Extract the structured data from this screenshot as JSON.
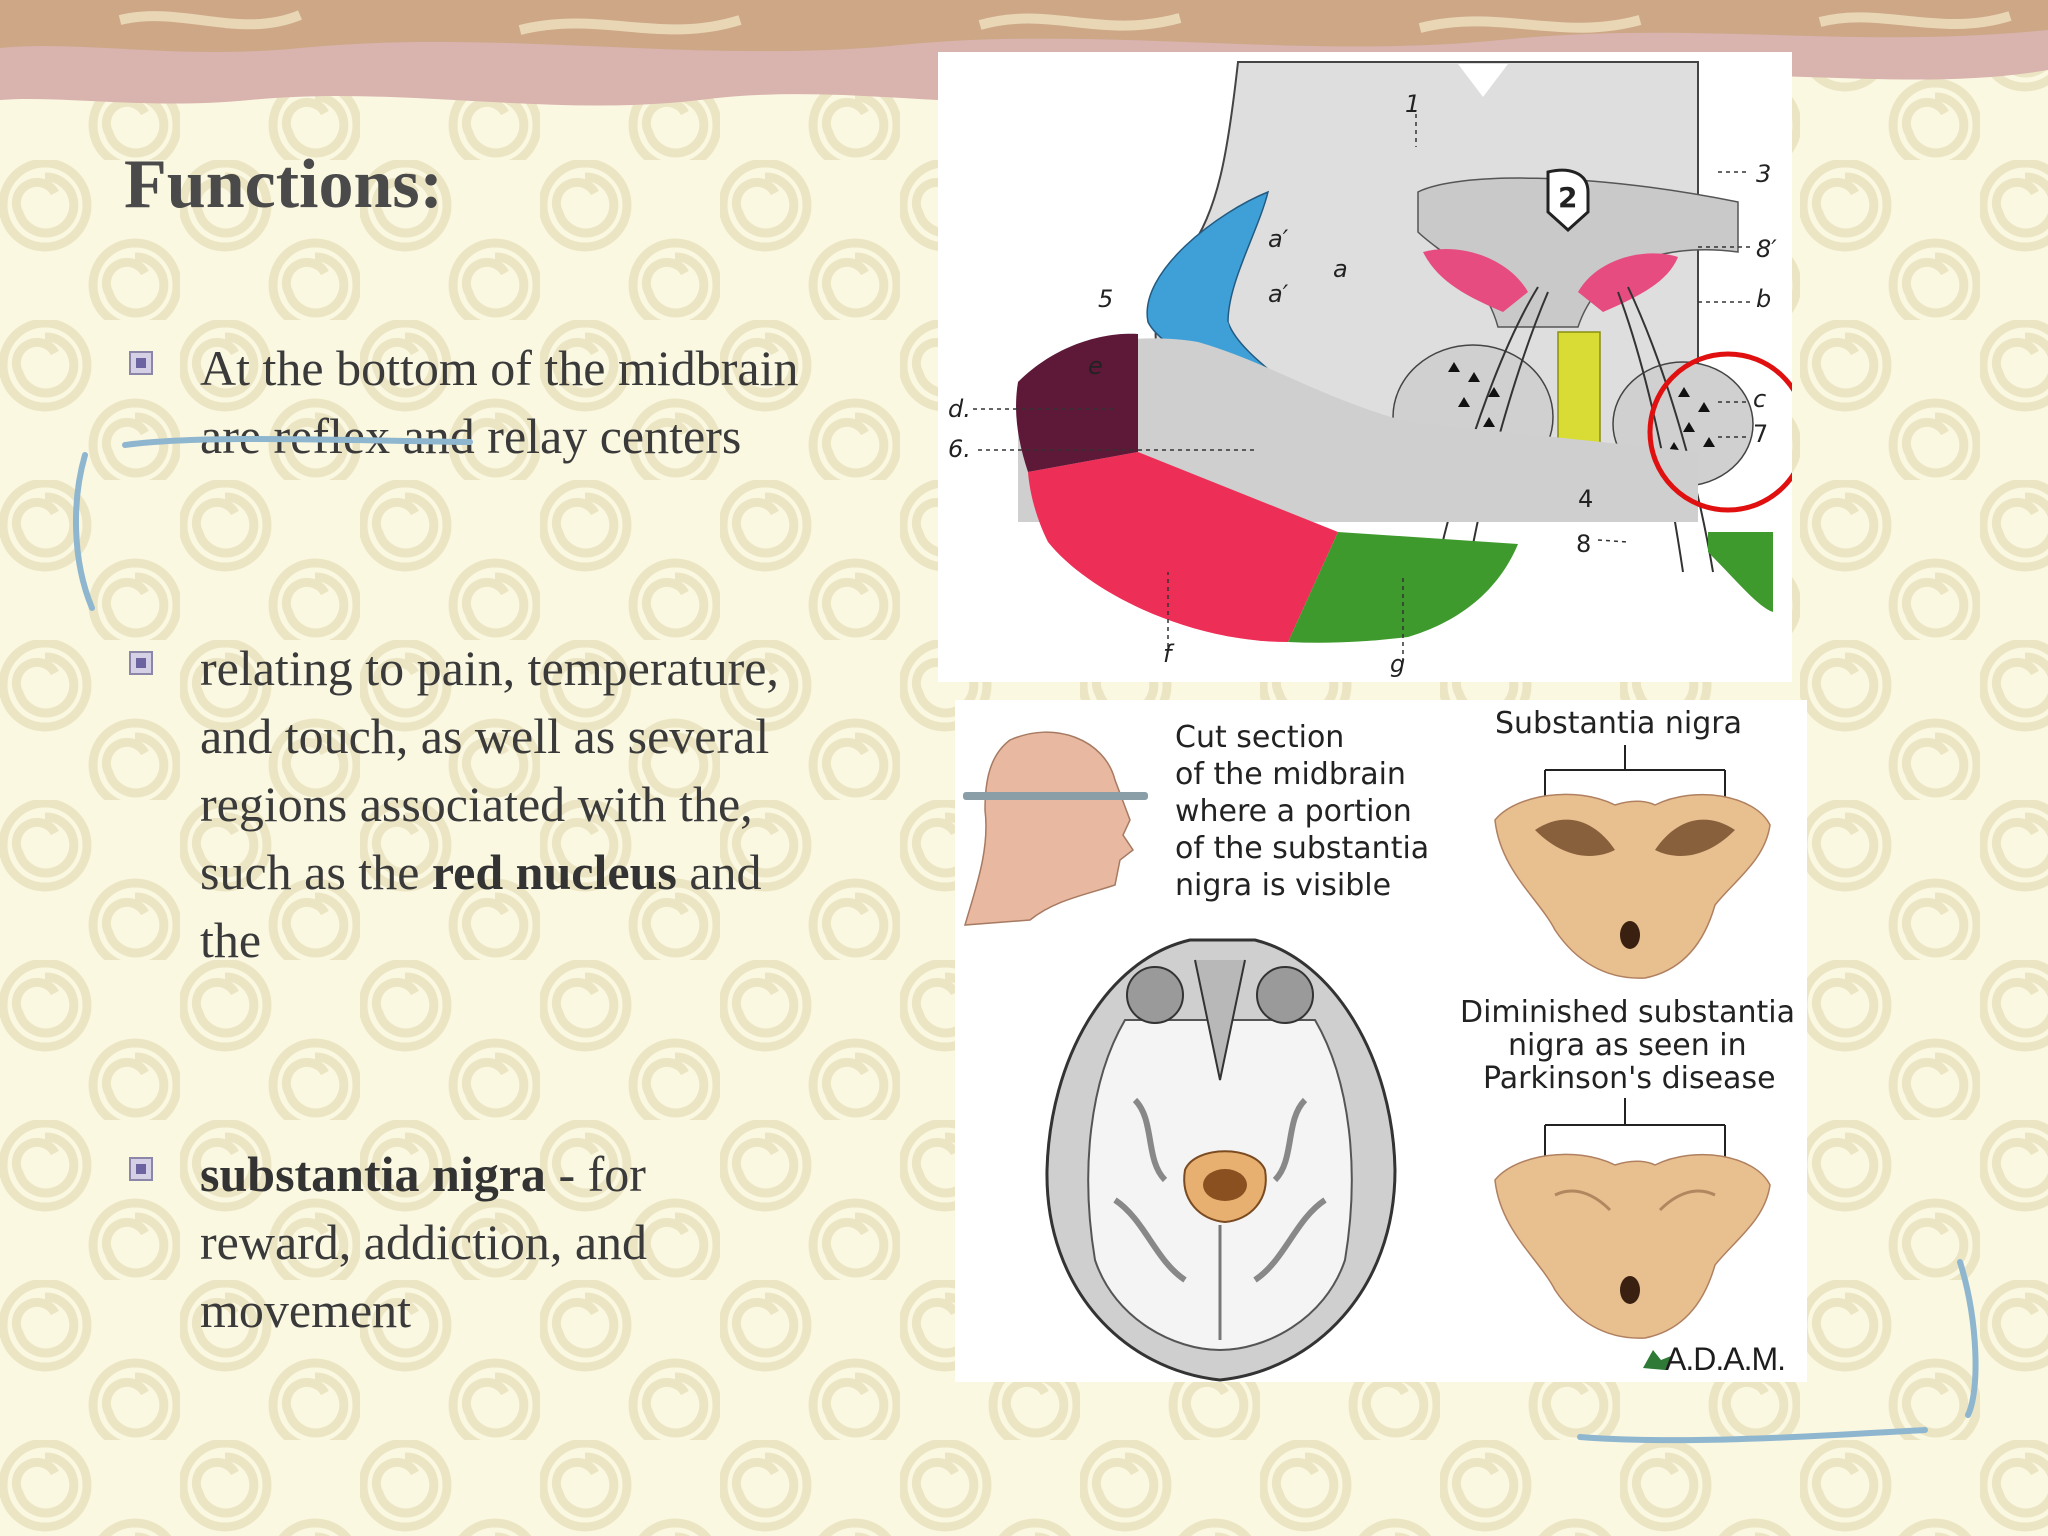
{
  "slide": {
    "title": "Functions:",
    "bullets": [
      {
        "parts": [
          {
            "text": "At the bottom of the midbrain are reflex and relay centers",
            "bold": false
          }
        ]
      },
      {
        "parts": [
          {
            "text": "relating to pain, temperature, and touch, as well as several regions associated with the, such as the ",
            "bold": false
          },
          {
            "text": "red nucleus",
            "bold": true
          },
          {
            "text": " and the",
            "bold": false
          }
        ]
      },
      {
        "parts": [
          {
            "text": "substantia nigra",
            "bold": true
          },
          {
            "text": " - for reward, addiction, and movement",
            "bold": false
          }
        ]
      }
    ]
  },
  "midbrain_diagram": {
    "labels": {
      "n1": "1",
      "n2": "2",
      "n3": "3",
      "n3p": "8′",
      "nb": "b",
      "n5": "5",
      "na1": "a′",
      "na2": "a",
      "na3": "a′",
      "ne": "e",
      "nd": "d.",
      "n6": "6.",
      "nc": "c",
      "n7": "7",
      "n4": "4",
      "n8": "8",
      "nf": "f",
      "ng": "g"
    }
  },
  "adam_figure": {
    "cut_caption": [
      "Cut section",
      "of the midbrain",
      "where a portion",
      "of the substantia",
      "nigra is visible"
    ],
    "top_label": "Substantia nigra",
    "bottom_caption": [
      "Diminished substantia",
      "nigra as seen in",
      "Parkinson's disease"
    ],
    "logo": "A.D.A.M."
  },
  "colors": {
    "background": "#fbf8e2",
    "swirl": "#ece6c6",
    "header_band": "#d9b2b0",
    "ink_annotation": "#8fb6cf",
    "highlight_circle": "#e01010"
  }
}
